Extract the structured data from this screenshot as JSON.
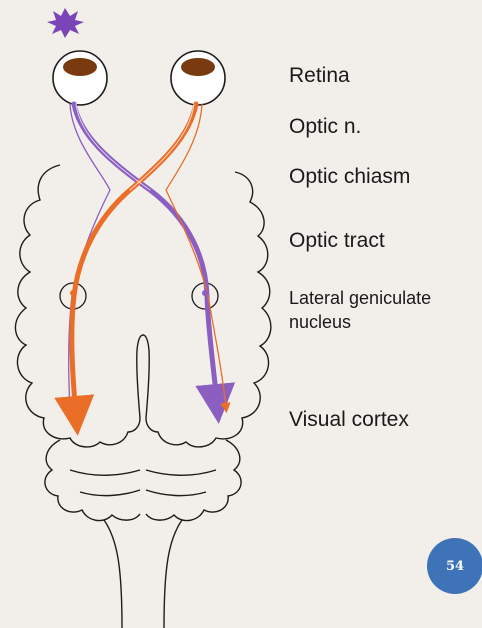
{
  "labels": {
    "retina": "Retina",
    "optic_nerve": "Optic n.",
    "optic_chiasm": "Optic chiasm",
    "optic_tract": "Optic tract",
    "lgn_line1": "Lateral geniculate",
    "lgn_line2": "nucleus",
    "visual_cortex": "Visual cortex"
  },
  "slide_number": "54",
  "colors": {
    "background": "#f2efea",
    "outline": "#1c1c1c",
    "pathway_purple": "#8a5fc0",
    "pathway_orange": "#ea6d28",
    "eye_iris": "#7a3a10",
    "star": "#7b45b8",
    "badge": "#3f73b7"
  },
  "icons": [
    "starburst-icon"
  ]
}
